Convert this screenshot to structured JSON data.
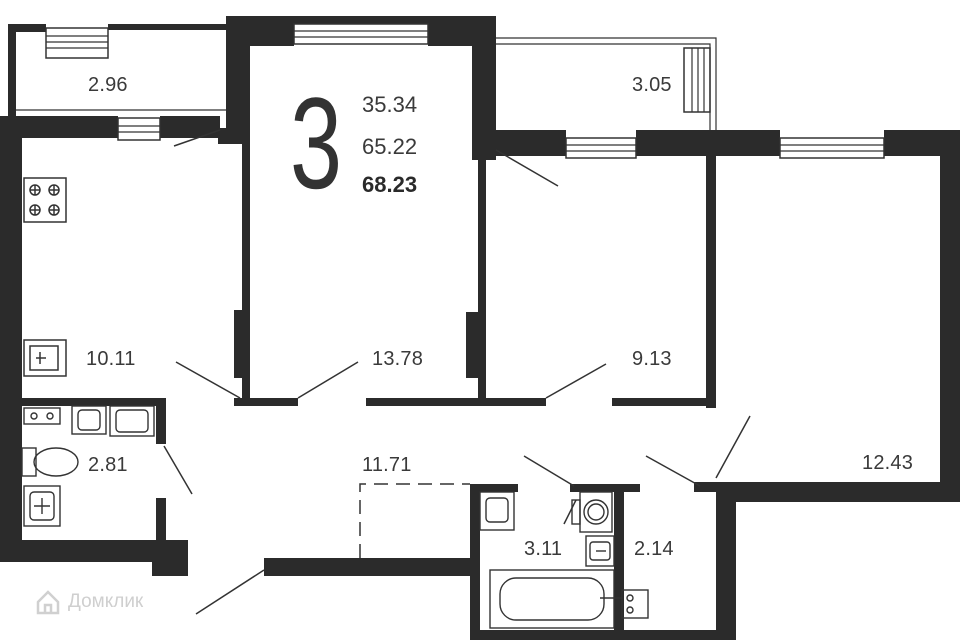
{
  "plan": {
    "room_count": "3",
    "areas": {
      "living": "35.34",
      "total": "65.22",
      "total_with_balcony": "68.23"
    },
    "rooms": {
      "balcony_left": "2.96",
      "balcony_right": "3.05",
      "kitchen": "10.11",
      "room_center": "13.78",
      "room_middle": "9.13",
      "room_right": "12.43",
      "bathroom_left": "2.81",
      "hallway": "11.71",
      "bathroom_center": "3.11",
      "wc": "2.14"
    },
    "watermark": "Домклик",
    "watermark_icon": "house-icon"
  },
  "colors": {
    "wall": "#2b2b2b",
    "line": "#333333",
    "watermark": "#d0d0d0"
  }
}
